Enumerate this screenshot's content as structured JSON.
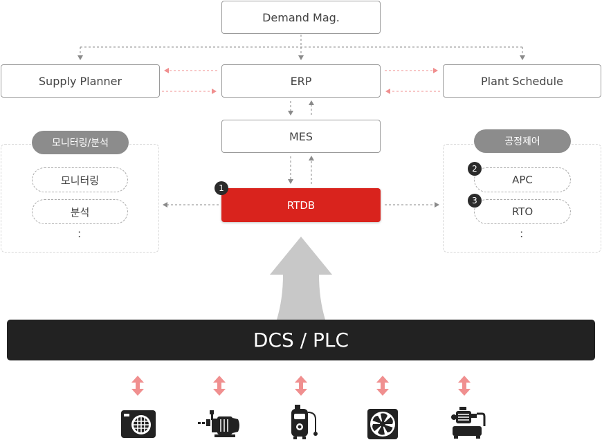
{
  "nodes": {
    "demand": "Demand Mag.",
    "supply_planner": "Supply Planner",
    "erp": "ERP",
    "plant_schedule": "Plant Schedule",
    "mes": "MES",
    "rtdb": "RTDB",
    "dcs_plc": "DCS / PLC"
  },
  "left_panel": {
    "title": "모니터링/분석",
    "items": [
      "모니터링",
      "분석"
    ],
    "more": ":"
  },
  "right_panel": {
    "title": "공정제어",
    "items": [
      "APC",
      "RTO"
    ],
    "more": ":",
    "badges": [
      "2",
      "3"
    ]
  },
  "rtdb_badge": "1",
  "colors": {
    "accent_red": "#d9231d",
    "arrow_pink": "#f08f8f",
    "dcs_bar": "#222222",
    "pill_gray": "#8c8c8c"
  },
  "devices": [
    "heat-exchanger-icon",
    "pump-icon",
    "tank-icon",
    "fan-icon",
    "compressor-icon"
  ]
}
